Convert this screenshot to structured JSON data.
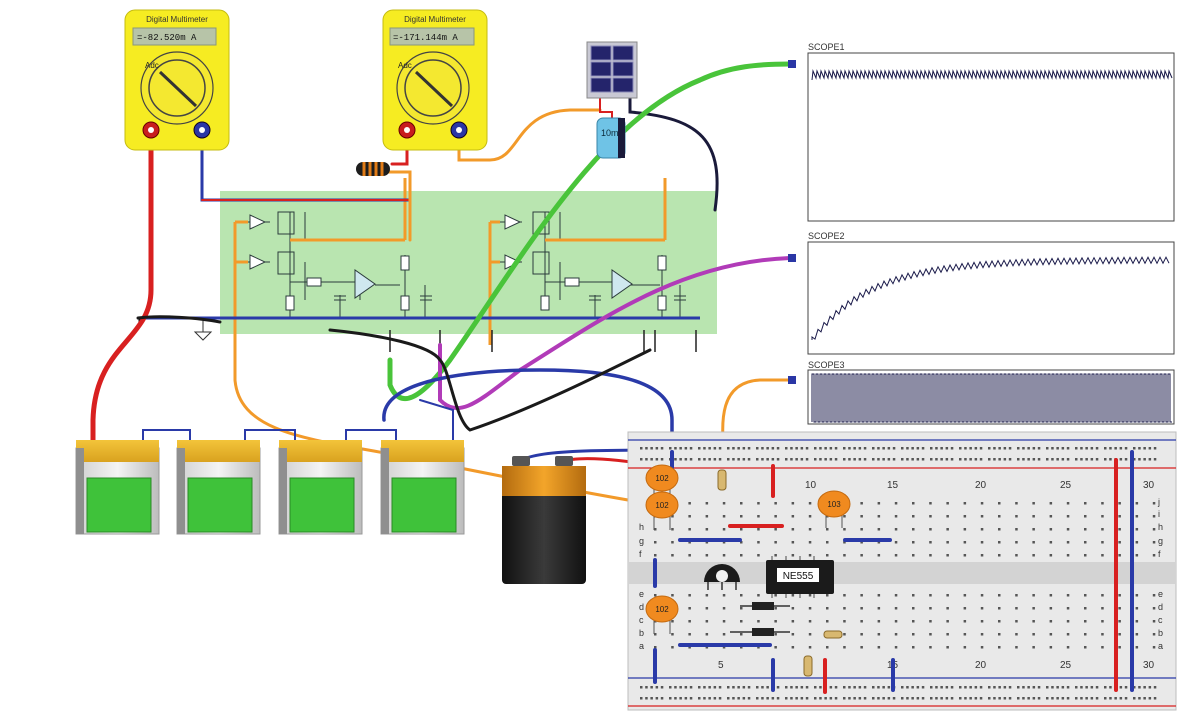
{
  "meters": [
    {
      "title": "Digital Multimeter",
      "reading": "=-82.520m A",
      "mode": "Adc"
    },
    {
      "title": "Digital Multimeter",
      "reading": "=-171.144m A",
      "mode": "Adc"
    }
  ],
  "capacitor_label": "10m",
  "scopes": [
    {
      "label": "SCOPE1",
      "signal": "ripple"
    },
    {
      "label": "SCOPE2",
      "signal": "rise"
    },
    {
      "label": "SCOPE3",
      "signal": "square"
    }
  ],
  "breadboard": {
    "column_numbers_top": [
      "10",
      "15",
      "20",
      "25",
      "30"
    ],
    "column_numbers_bottom": [
      "5",
      "15",
      "20",
      "25",
      "30"
    ],
    "row_letters_top": [
      "j",
      "i",
      "h",
      "g",
      "f"
    ],
    "row_letters_bottom": [
      "e",
      "d",
      "c",
      "b",
      "a"
    ],
    "ic_label": "NE555",
    "capacitor_labels": [
      "102",
      "102",
      "103",
      "102"
    ]
  },
  "colors": {
    "meter_body": "#f6ec22",
    "circuit_board": "#b9e5b0",
    "scope_trace": "#1a1a4a",
    "wire_green": "#49c43a",
    "wire_magenta": "#b13bb8",
    "wire_blue": "#2a3aa8",
    "wire_orange": "#f29a2a",
    "wire_red": "#d82020"
  }
}
